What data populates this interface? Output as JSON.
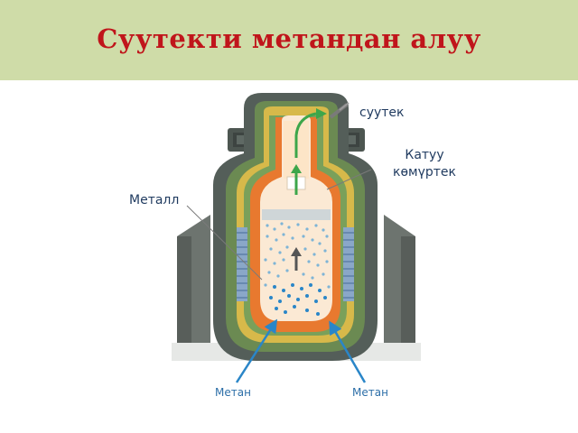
{
  "title": "Суутекти метандан алуу",
  "labels": {
    "hydrogen": "суутек",
    "carbon_line1": "Катуу",
    "carbon_line2": "көмүртек",
    "metal": "Металл",
    "methane_left": "Метан",
    "methane_right": "Метан"
  },
  "colors": {
    "title_bar": "#cfdca8",
    "title_text": "#c0151b",
    "outer_shell": "#55605a",
    "green_layer": "#6b8a52",
    "yellow_layer": "#d7b94a",
    "orange_layer": "#e8792f",
    "chamber": "#fbe9d4",
    "hydrogen_arrow": "#3da64a",
    "methane_arrow": "#2a86c8",
    "label_text": "#1f3a5f"
  }
}
